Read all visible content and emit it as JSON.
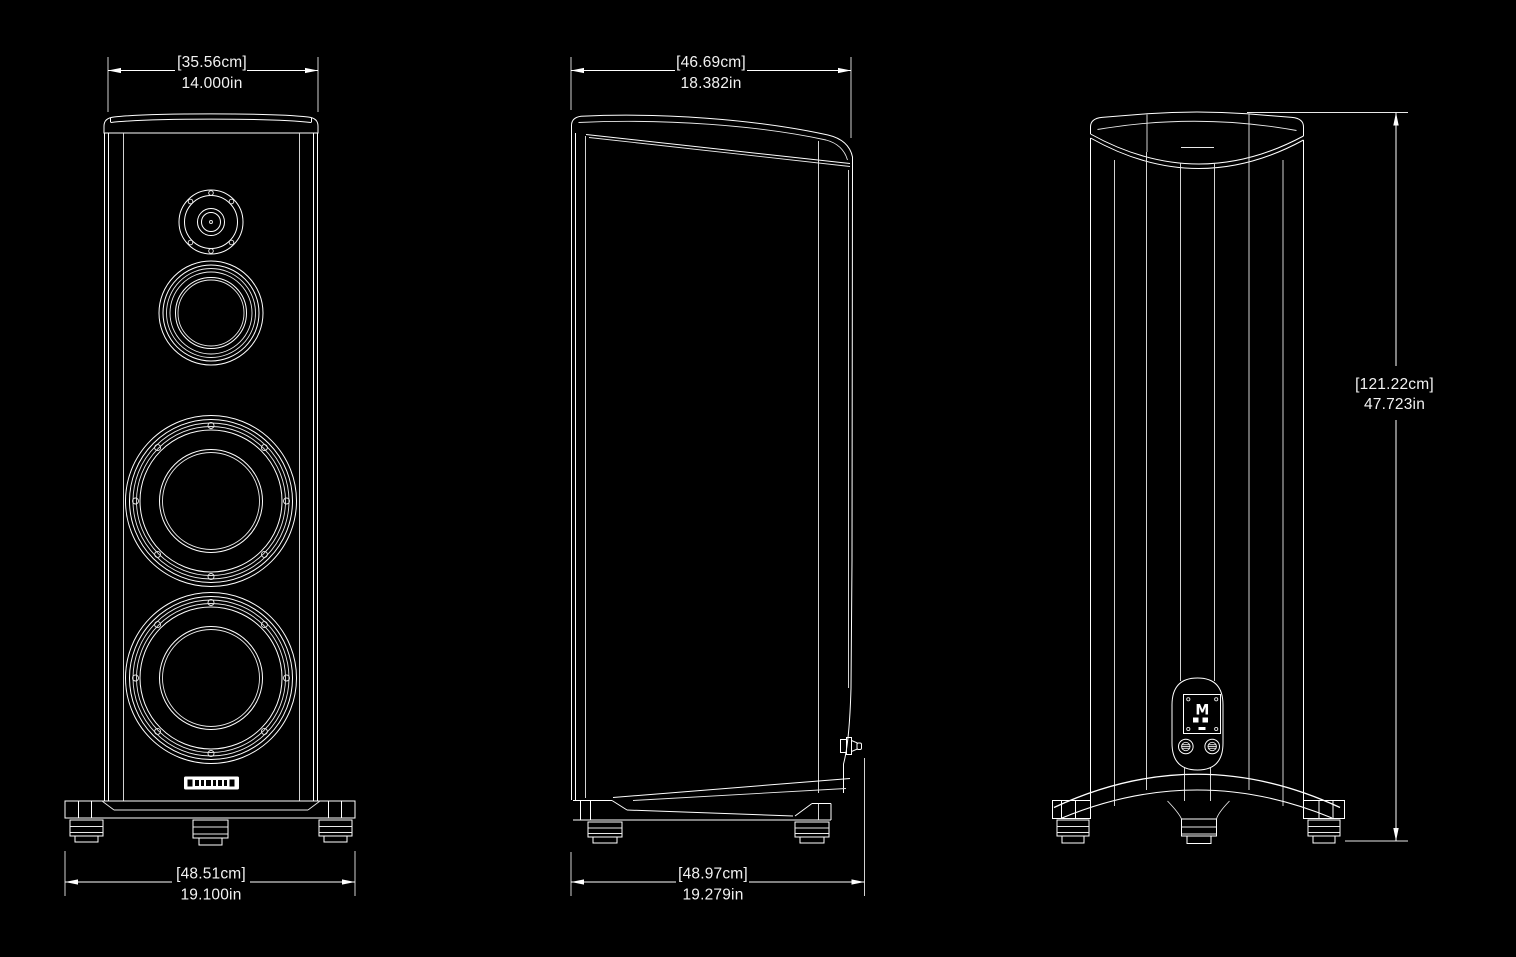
{
  "canvas": {
    "background": "#000000",
    "line_color": "#ffffff"
  },
  "views": {
    "front": {
      "label": "front-orthographic-view"
    },
    "side": {
      "label": "side-orthographic-view"
    },
    "rear": {
      "label": "rear-orthographic-view"
    }
  },
  "dimensions": {
    "front_width": {
      "metric": "[35.56cm]",
      "imperial": "14.000in"
    },
    "side_depth": {
      "metric": "[46.69cm]",
      "imperial": "18.382in"
    },
    "height": {
      "metric": "[121.22cm]",
      "imperial": "47.723in"
    },
    "front_base_width": {
      "metric": "[48.51cm]",
      "imperial": "19.100in"
    },
    "side_base_depth": {
      "metric": "[48.97cm]",
      "imperial": "19.279in"
    }
  },
  "rear_panel": {
    "logo_letter": "M"
  }
}
